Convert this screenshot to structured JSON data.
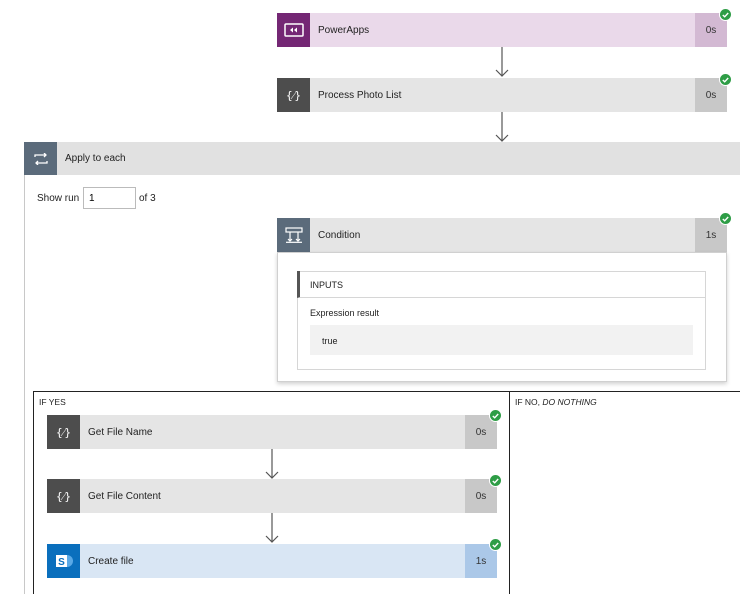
{
  "steps": {
    "powerapps": {
      "label": "PowerApps",
      "duration": "0s"
    },
    "process_photo_list": {
      "label": "Process Photo List",
      "duration": "0s"
    },
    "condition": {
      "label": "Condition",
      "duration": "1s"
    },
    "get_file_name": {
      "label": "Get File Name",
      "duration": "0s"
    },
    "get_file_content": {
      "label": "Get File Content",
      "duration": "0s"
    },
    "create_file": {
      "label": "Create file",
      "duration": "1s"
    }
  },
  "apply_to_each": {
    "label": "Apply to each",
    "show_run_label": "Show run",
    "run_value": "1",
    "of_label": "of 3"
  },
  "condition_panel": {
    "inputs_title": "INPUTS",
    "expression_label": "Expression result",
    "expression_value": "true"
  },
  "branches": {
    "yes_label": "IF YES",
    "no_prefix": "IF NO,",
    "no_action": "DO NOTHING"
  },
  "colors": {
    "powerapps_icon": "#742774",
    "powerapps_body": "#ead9ea",
    "powerapps_dur": "#d3b9d3",
    "data_icon": "#4d4d4d",
    "gray_body": "#e5e5e5",
    "gray_dur": "#c8c8c8",
    "loop_icon": "#5b6b7b",
    "sharepoint_icon": "#0a6fbd",
    "sharepoint_body": "#d9e6f4",
    "sharepoint_dur": "#abc8e8",
    "success": "#2e9d46"
  }
}
